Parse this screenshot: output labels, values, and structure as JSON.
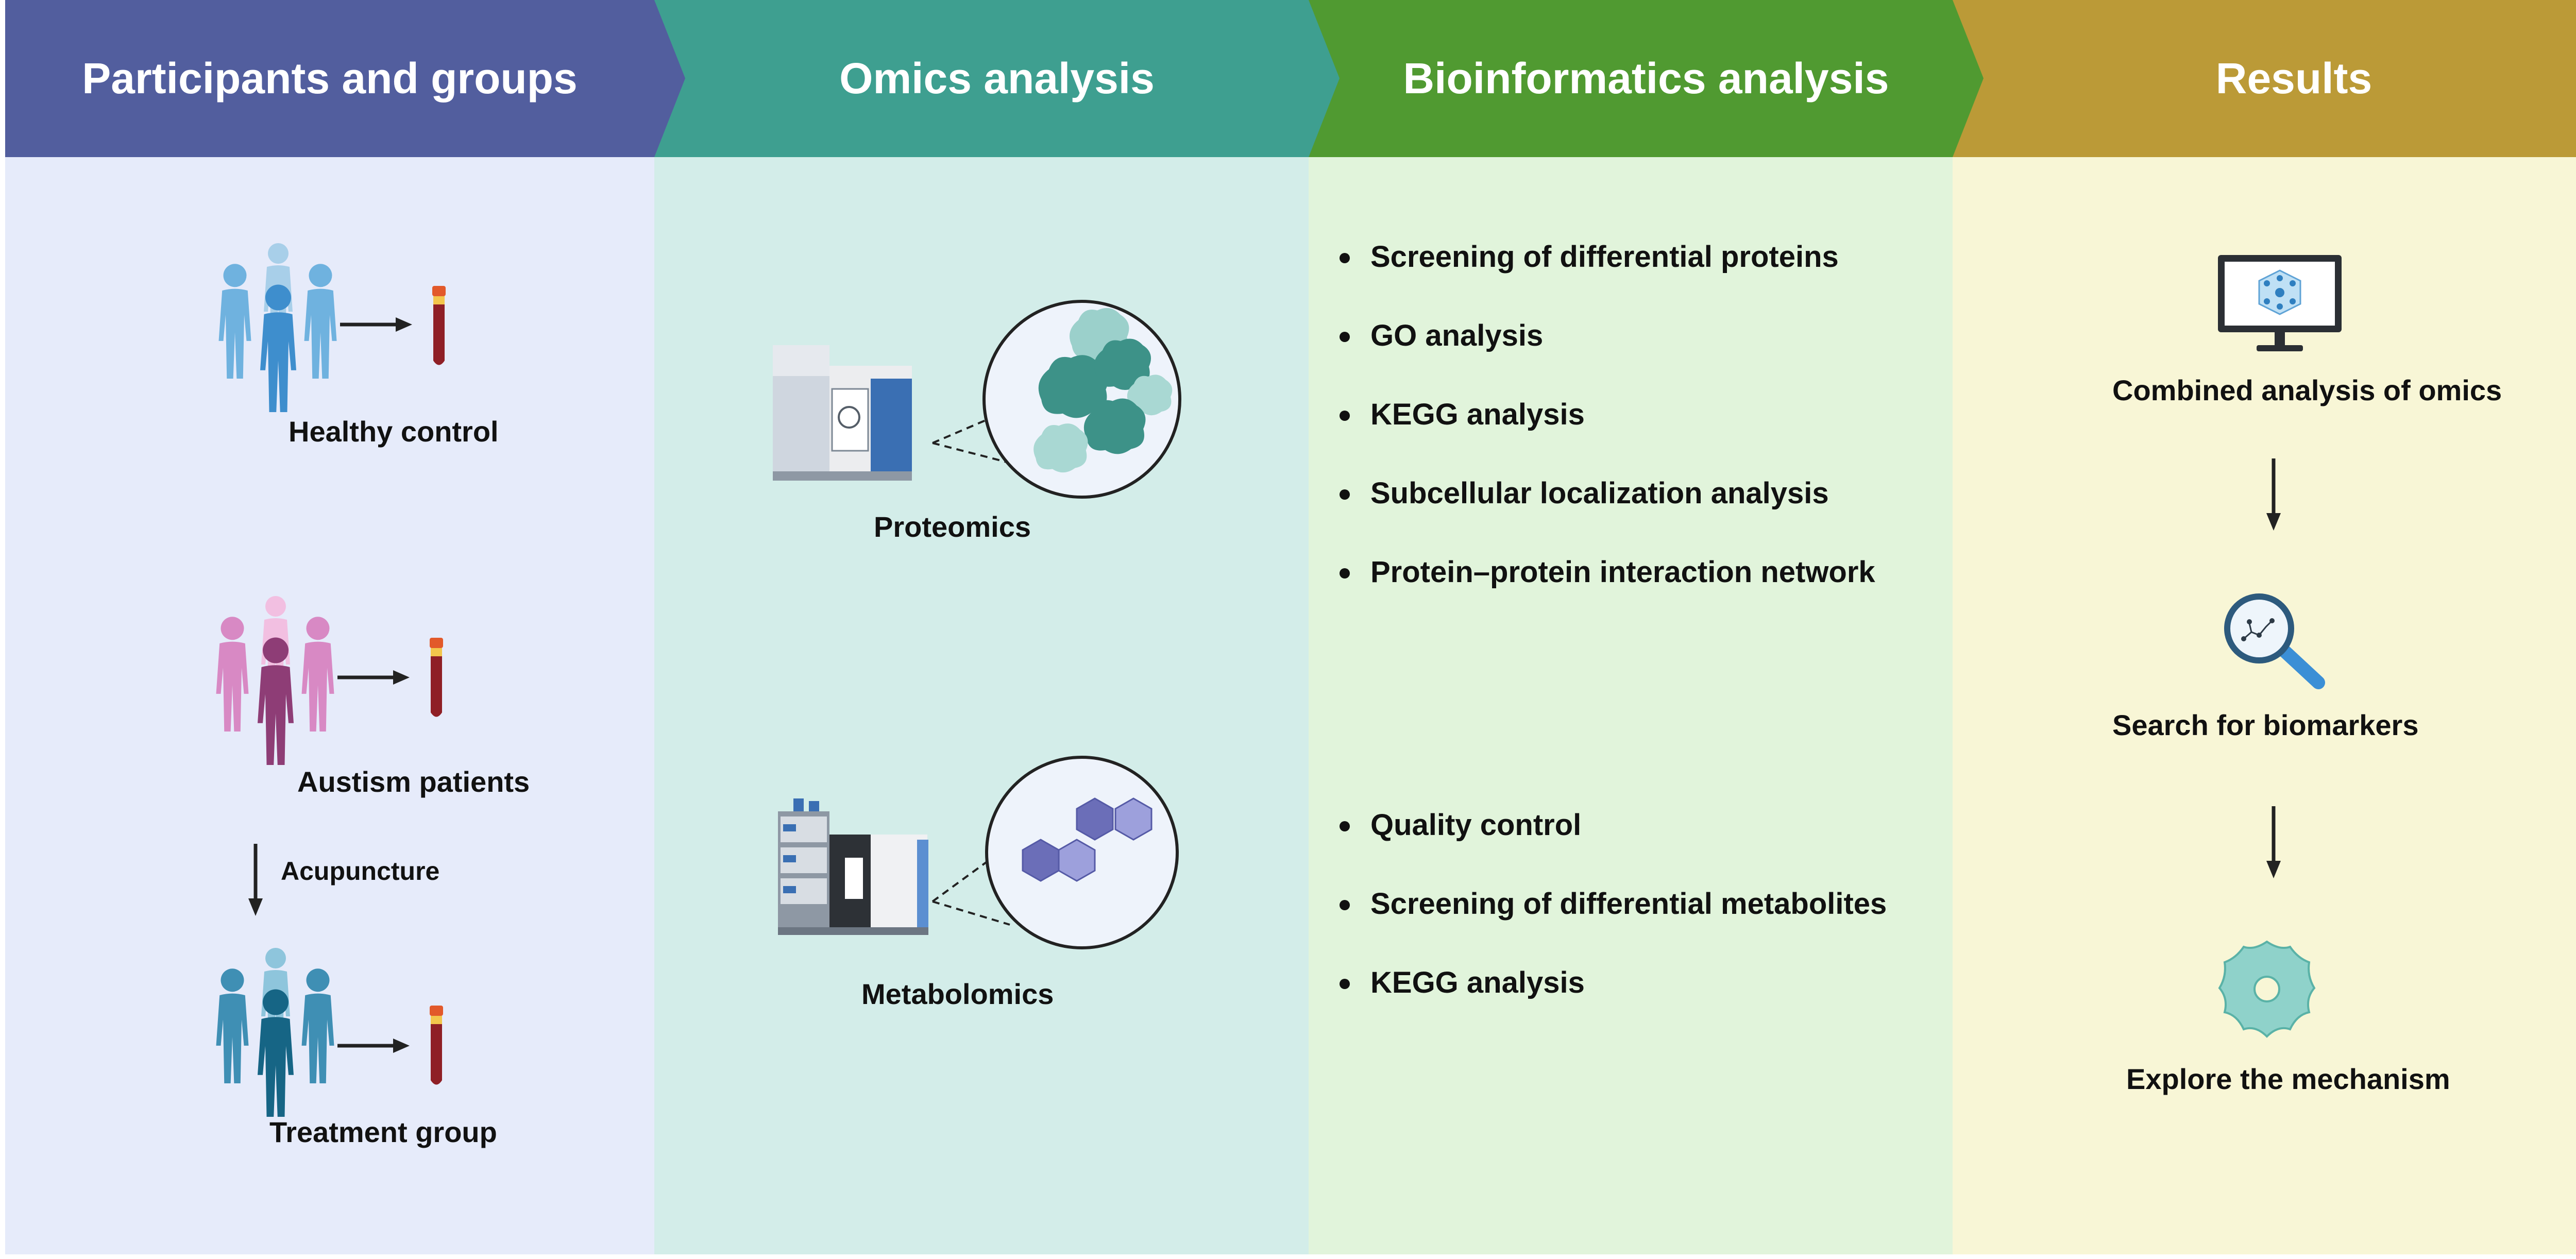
{
  "columns": [
    {
      "title": "Participants and groups",
      "color": "#525e9e"
    },
    {
      "title": "Omics analysis",
      "color": "#3e9f90"
    },
    {
      "title": "Bioinformatics analysis",
      "color": "#509a31"
    },
    {
      "title": "Results",
      "color": "#bb9a37"
    }
  ],
  "participants": {
    "healthy": "Healthy control",
    "autism": "Austism patients",
    "treatment_arrow": "Acupuncture",
    "treatment": "Treatment group"
  },
  "omics": {
    "proteomics": "Proteomics",
    "metabolomics": "Metabolomics"
  },
  "bioinformatics": {
    "proteomics_items": [
      "Screening of differential proteins",
      "GO analysis",
      "KEGG analysis",
      "Subcellular localization analysis",
      "Protein–protein interaction network"
    ],
    "metabolomics_items": [
      "Quality control",
      "Screening of differential metabolites",
      "KEGG analysis"
    ]
  },
  "results": {
    "combined": "Combined analysis of omics",
    "biomarkers": "Search for biomarkers",
    "mechanism": "Explore the mechanism"
  }
}
